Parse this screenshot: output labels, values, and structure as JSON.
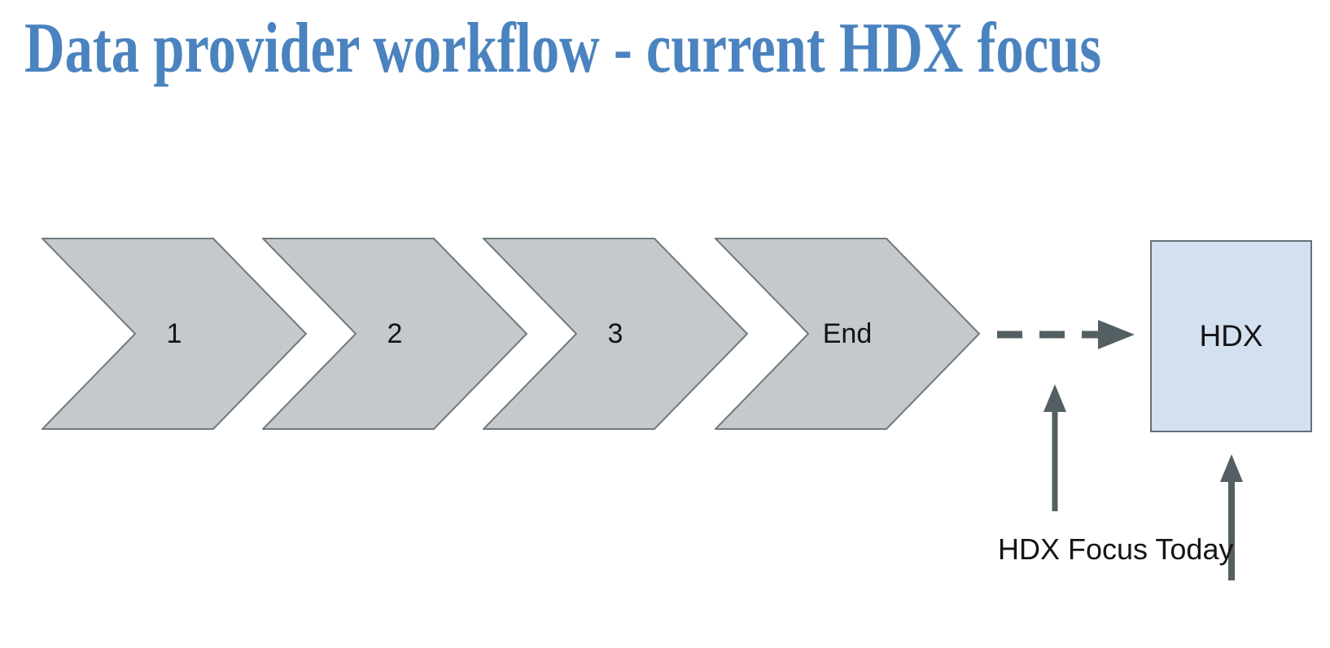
{
  "title": {
    "text": "Data provider workflow - current HDX focus",
    "color": "#4A83BF"
  },
  "workflow": {
    "steps": [
      {
        "label": "1"
      },
      {
        "label": "2"
      },
      {
        "label": "3"
      },
      {
        "label": "End"
      }
    ],
    "chevron_fill": "#C5C9CC",
    "chevron_stroke": "#6F7A7F"
  },
  "connector": {
    "style": "dashed",
    "color": "#545F63"
  },
  "hdx_box": {
    "label": "HDX",
    "fill": "#D3E0EF",
    "stroke": "#667077"
  },
  "annotation": {
    "label": "HDX Focus Today",
    "color": "#141414"
  }
}
